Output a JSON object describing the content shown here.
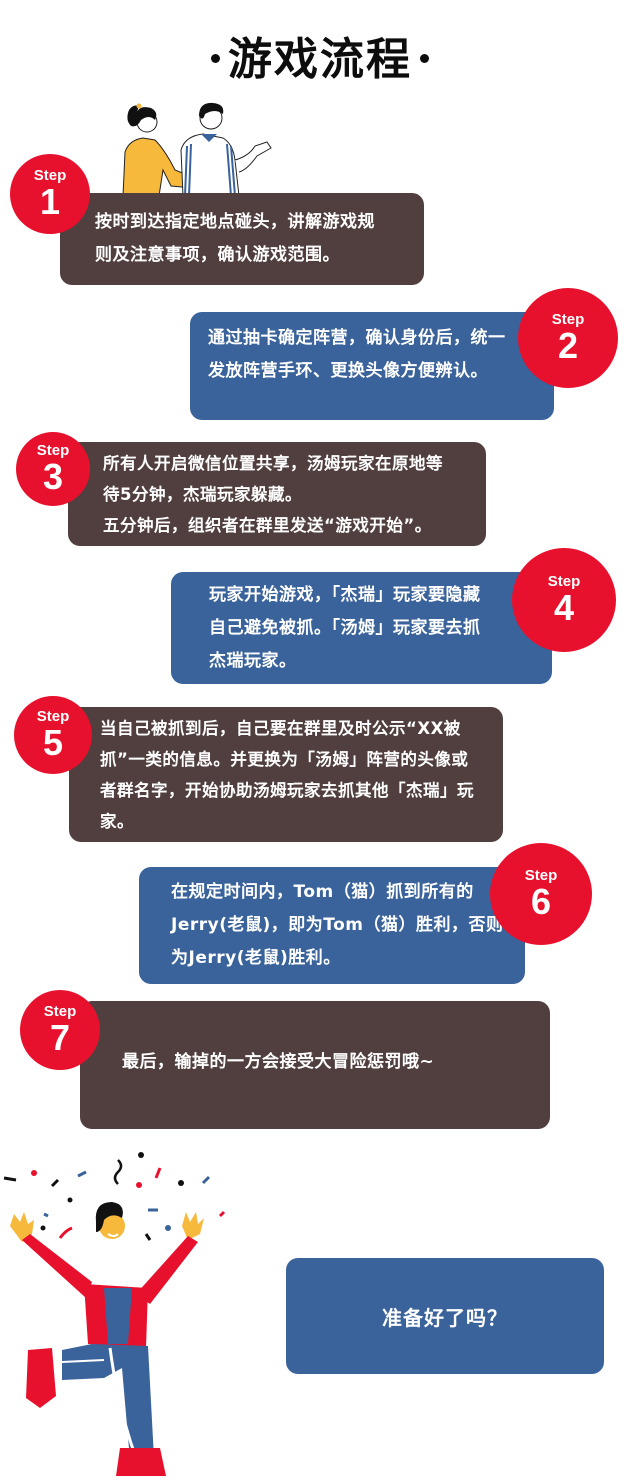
{
  "title": "游戏流程",
  "steps": [
    {
      "word": "Step",
      "num": "1",
      "lines": [
        "按时到达指定地点碰头，讲解游戏规",
        "则及注意事项，确认游戏范围。"
      ]
    },
    {
      "word": "Step",
      "num": "2",
      "lines": [
        "通过抽卡确定阵营，确认身份后，统一",
        "发放阵营手环、更换头像方便辨认。"
      ]
    },
    {
      "word": "Step",
      "num": "3",
      "lines": [
        "所有人开启微信位置共享，汤姆玩家在原地等",
        "待5分钟，杰瑞玩家躲藏。",
        "五分钟后，组织者在群里发送“游戏开始”。"
      ]
    },
    {
      "word": "Step",
      "num": "4",
      "lines": [
        "玩家开始游戏，「杰瑞」玩家要隐藏",
        "自己避免被抓。「汤姆」玩家要去抓",
        "杰瑞玩家。"
      ]
    },
    {
      "word": "Step",
      "num": "5",
      "lines": [
        "当自己被抓到后，自己要在群里及时公示“XX被",
        "抓”一类的信息。并更换为「汤姆」阵营的头像或",
        "者群名字，开始协助汤姆玩家去抓其他「杰瑞」玩",
        "家。"
      ]
    },
    {
      "word": "Step",
      "num": "6",
      "lines": [
        "在规定时间内，Tom（猫）抓到所有的",
        "Jerry(老鼠)，即为Tom（猫）胜利，否则",
        "为Jerry(老鼠)胜利。"
      ]
    },
    {
      "word": "Step",
      "num": "7",
      "lines": [
        "最后，输掉的一方会接受大冒险惩罚哦~"
      ]
    }
  ],
  "ready_button": "准备好了吗？",
  "colors": {
    "brown": "#513f3f",
    "blue": "#3a639b",
    "red": "#e8112d",
    "yellow": "#f6b93b"
  }
}
